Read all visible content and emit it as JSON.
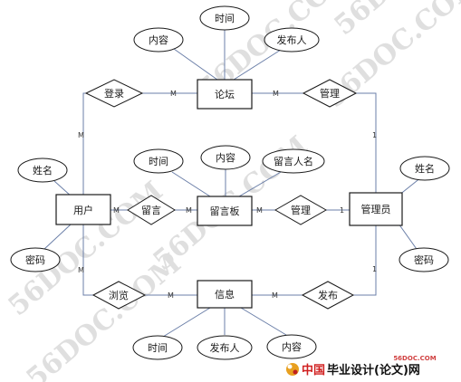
{
  "entities": {
    "forum": "论坛",
    "user": "用户",
    "board": "留言板",
    "admin": "管理员",
    "info": "信息"
  },
  "relationships": {
    "login": "登录",
    "manage_forum": "管理",
    "leave_msg": "留言",
    "manage_board": "管理",
    "browse": "浏览",
    "publish": "发布"
  },
  "attributes": {
    "forum_content": "内容",
    "forum_time": "时间",
    "forum_publisher": "发布人",
    "user_name": "姓名",
    "user_password": "密码",
    "board_time": "时间",
    "board_content": "内容",
    "board_author": "留言人名",
    "admin_name": "姓名",
    "admin_password": "密码",
    "info_time": "时间",
    "info_publisher": "发布人",
    "info_content": "内容"
  },
  "cardinality": {
    "forum_left": "M",
    "forum_right": "M",
    "user_top": "M",
    "admin_top": "1",
    "user_board": "M",
    "board_user": "M",
    "board_right": "M",
    "admin_left": "1",
    "user_bottom": "M",
    "info_left": "M",
    "info_right": "M",
    "admin_bottom": "1"
  },
  "watermark": "56DOC.COM",
  "brand": {
    "small": "56DOC.COM",
    "main_prefix": "中国",
    "main": "毕业设计(论文)网"
  }
}
